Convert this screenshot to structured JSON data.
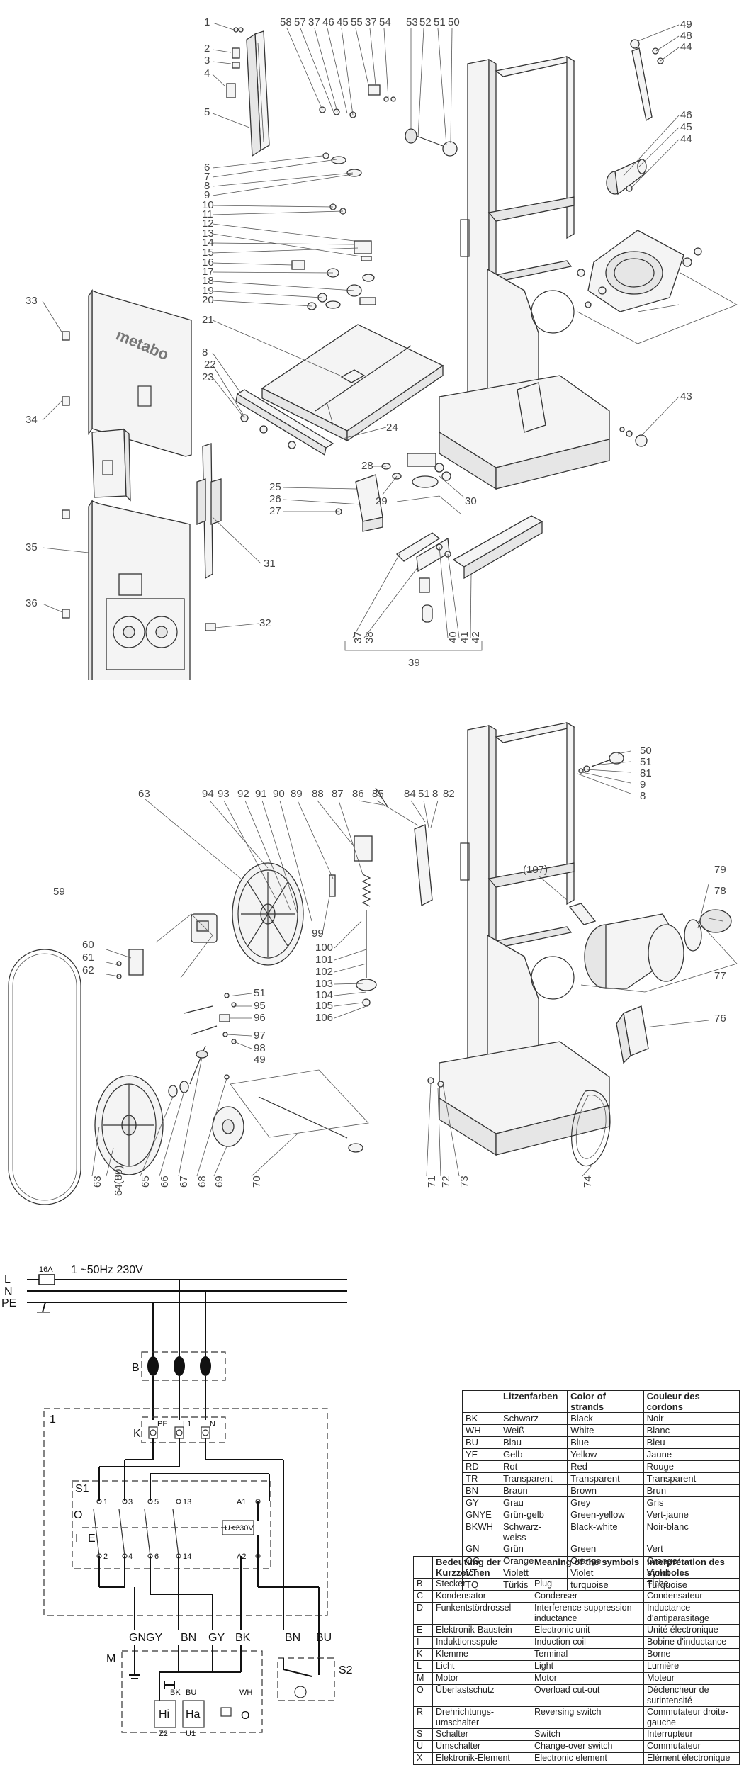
{
  "exploded_view_top": {
    "labels": [
      "1",
      "2",
      "3",
      "4",
      "5",
      "58",
      "57",
      "37",
      "46",
      "45",
      "55",
      "37",
      "54",
      "53",
      "52",
      "51",
      "50",
      "49",
      "48",
      "44",
      "46",
      "45",
      "44",
      "6",
      "7",
      "8",
      "9",
      "10",
      "11",
      "12",
      "13",
      "14",
      "15",
      "16",
      "17",
      "18",
      "19",
      "20",
      "21",
      "8",
      "22",
      "23",
      "24",
      "25",
      "26",
      "27",
      "28",
      "29",
      "30",
      "31",
      "32",
      "33",
      "34",
      "35",
      "36",
      "37",
      "38",
      "39",
      "40",
      "41",
      "42",
      "43"
    ],
    "logo": "metabo"
  },
  "exploded_view_bottom": {
    "labels": [
      "50",
      "51",
      "81",
      "9",
      "8",
      "63",
      "94",
      "93",
      "92",
      "91",
      "90",
      "89",
      "88",
      "87",
      "86",
      "85",
      "84",
      "51",
      "8",
      "82",
      "(107)",
      "79",
      "78",
      "77",
      "76",
      "59",
      "60",
      "61",
      "62",
      "99",
      "100",
      "101",
      "102",
      "103",
      "104",
      "105",
      "106",
      "51",
      "95",
      "96",
      "97",
      "98",
      "49",
      "63",
      "64(80)",
      "65",
      "66",
      "67",
      "68",
      "69",
      "70",
      "71",
      "72",
      "73",
      "74"
    ]
  },
  "wiring": {
    "lines": {
      "l": "L",
      "n": "N",
      "pe": "PE"
    },
    "fuse": "16A",
    "supply": "1 ~50Hz 230V",
    "plug": "B",
    "box": "1",
    "terminal": {
      "k": "K",
      "pe": "PE",
      "l1": "L1",
      "n": "N"
    },
    "switch": {
      "s1": "S1",
      "o": "O",
      "i": "I",
      "c1": "1",
      "c3": "3",
      "c5": "5",
      "c13": "13",
      "c2": "2",
      "c4": "4",
      "c6": "6",
      "c14": "14",
      "a1": "A1",
      "a2": "A2",
      "u": "U<",
      "u_v": "230V",
      "e": "E"
    },
    "wires": {
      "gngy": "GNGY",
      "bn": "BN",
      "gy": "GY",
      "bk": "BK",
      "bn2": "BN",
      "bu": "BU"
    },
    "motor": {
      "m": "M",
      "bk": "BK",
      "bu": "BU",
      "wh": "WH",
      "hi": "Hi",
      "ha": "Ha",
      "z2": "Z2",
      "u1": "U1",
      "o": "O"
    },
    "s2": "S2"
  },
  "color_table": {
    "headers": [
      "",
      "Litzenfarben",
      "Color of strands",
      "Couleur des cordons"
    ],
    "rows": [
      [
        "BK",
        "Schwarz",
        "Black",
        "Noir"
      ],
      [
        "WH",
        "Weiß",
        "White",
        "Blanc"
      ],
      [
        "BU",
        "Blau",
        "Blue",
        "Bleu"
      ],
      [
        "YE",
        "Gelb",
        "Yellow",
        "Jaune"
      ],
      [
        "RD",
        "Rot",
        "Red",
        "Rouge"
      ],
      [
        "TR",
        "Transparent",
        "Transparent",
        "Transparent"
      ],
      [
        "BN",
        "Braun",
        "Brown",
        "Brun"
      ],
      [
        "GY",
        "Grau",
        "Grey",
        "Gris"
      ],
      [
        "GNYE",
        "Grün-gelb",
        "Green-yellow",
        "Vert-jaune"
      ],
      [
        "BKWH",
        "Schwarz-weiss",
        "Black-white",
        "Noir-blanc"
      ],
      [
        "GN",
        "Grün",
        "Green",
        "Vert"
      ],
      [
        "OG",
        "Orange",
        "Orange",
        "Orange"
      ],
      [
        "VT",
        "Violett",
        "Violet",
        "Violet"
      ],
      [
        "TQ",
        "Türkis",
        "turquoise",
        "Turquoise"
      ]
    ]
  },
  "symbol_table": {
    "headers": [
      "",
      "Bedeutung der Kurzzeichen",
      "Meaning of the symbols",
      "Interprétation des symboles"
    ],
    "rows": [
      [
        "B",
        "Stecker",
        "Plug",
        "Fiche"
      ],
      [
        "C",
        "Kondensator",
        "Condenser",
        "Condensateur"
      ],
      [
        "D",
        "Funkentstördrossel",
        "Interference suppression inductance",
        "Inductance d'antiparasitage"
      ],
      [
        "E",
        "Elektronik-Baustein",
        "Electronic unit",
        "Unité électronique"
      ],
      [
        "I",
        "Induktionsspule",
        "Induction coil",
        "Bobine d'inductance"
      ],
      [
        "K",
        "Klemme",
        "Terminal",
        "Borne"
      ],
      [
        "L",
        "Licht",
        "Light",
        "Lumière"
      ],
      [
        "M",
        "Motor",
        "Motor",
        "Moteur"
      ],
      [
        "O",
        "Überlastschutz",
        "Overload cut-out",
        "Déclencheur de surintensité"
      ],
      [
        "R",
        "Drehrichtungs-umschalter",
        "Reversing switch",
        "Commutateur droite-gauche"
      ],
      [
        "S",
        "Schalter",
        "Switch",
        "Interrupteur"
      ],
      [
        "U",
        "Umschalter",
        "Change-over switch",
        "Commutateur"
      ],
      [
        "X",
        "Elektronik-Element",
        "Electronic element",
        "Elément électronique"
      ]
    ]
  }
}
